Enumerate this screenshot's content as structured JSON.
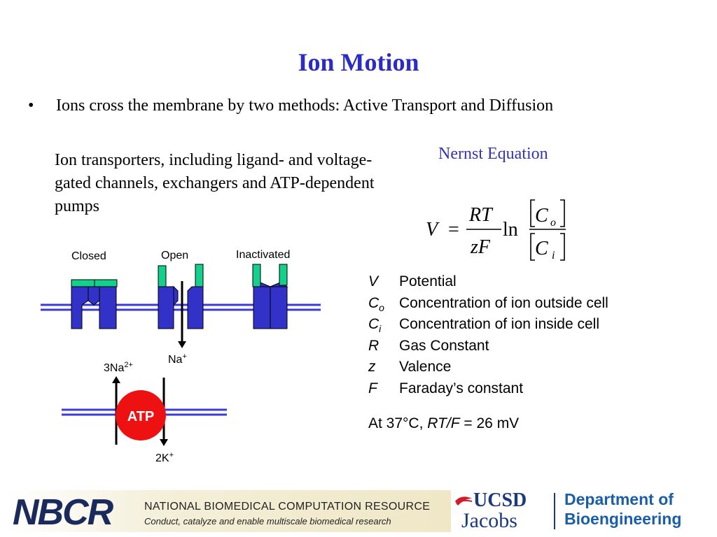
{
  "title": "Ion Motion",
  "bullet": {
    "marker": "•",
    "text": "Ions cross the membrane by two methods: Active Transport and Diffusion"
  },
  "transporters_text": "Ion transporters, including ligand- and voltage-gated channels, exchangers and ATP-dependent pumps",
  "diagram": {
    "channel_states": [
      "Closed",
      "Open",
      "Inactivated"
    ],
    "na_label": "Na",
    "na_charge": "+",
    "pump_label": "ATP",
    "na3_label": "3Na",
    "na3_charge": "2+",
    "k_label": "2K",
    "k_charge": "+"
  },
  "nernst": {
    "title": "Nernst Equation",
    "lhs": "V",
    "equals": "=",
    "numerator": "RT",
    "denominator": "zF",
    "ln": "ln",
    "c_outside": "C",
    "c_outside_sub": "o",
    "c_inside": "C",
    "c_inside_sub": "i"
  },
  "legend": [
    {
      "symbol": "V",
      "sub": "",
      "description": "Potential"
    },
    {
      "symbol": "C",
      "sub": "o",
      "description": "Concentration of ion outside cell"
    },
    {
      "symbol": "C",
      "sub": "i",
      "description": "Concentration of ion inside cell"
    },
    {
      "symbol": "R",
      "sub": "",
      "description": "Gas Constant"
    },
    {
      "symbol": "z",
      "sub": "",
      "description": "Valence"
    },
    {
      "symbol": "F",
      "sub": "",
      "description": "Faraday’s constant"
    }
  ],
  "note": {
    "prefix": "At 37°C, ",
    "ratio": "RT/F",
    "suffix": " = 26 mV"
  },
  "footer": {
    "nbcr_logo": "NBCR",
    "nbcr_name": "NATIONAL BIOMEDICAL COMPUTATION RESOURCE",
    "nbcr_tagline": "Conduct, catalyze and enable multiscale biomedical research",
    "ucsd": "UCSD",
    "jacobs": "Jacobs",
    "dept_line1": "Department of",
    "dept_line2": "Bioengineering"
  },
  "colors": {
    "title": "#2b2bc8",
    "membrane": "#3b3bd6",
    "channel": "#3232c8",
    "gate": "#14d08c",
    "atp": "#ee1111",
    "dept": "#1b5ea8"
  }
}
